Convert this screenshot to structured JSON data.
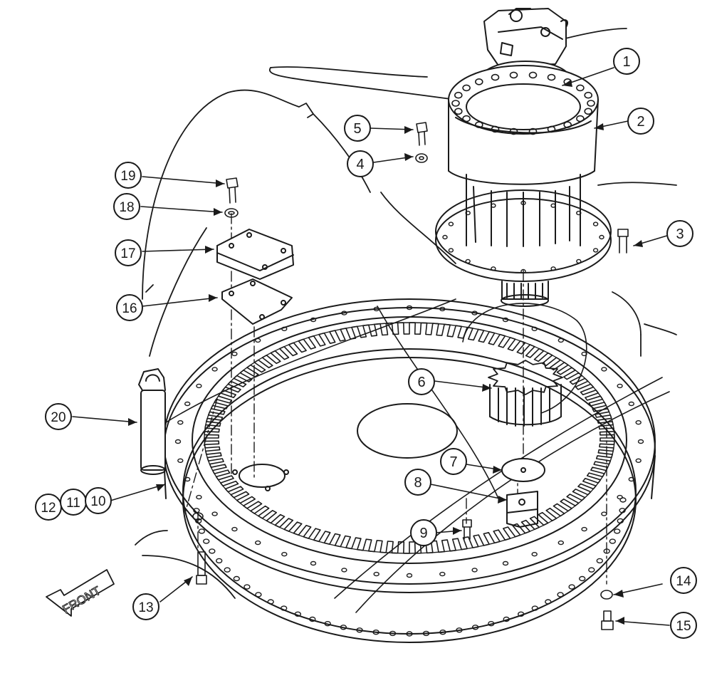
{
  "callouts": [
    {
      "id": "callout-1",
      "label": "1"
    },
    {
      "id": "callout-2",
      "label": "2"
    },
    {
      "id": "callout-3",
      "label": "3"
    },
    {
      "id": "callout-4",
      "label": "4"
    },
    {
      "id": "callout-5",
      "label": "5"
    },
    {
      "id": "callout-6",
      "label": "6"
    },
    {
      "id": "callout-7",
      "label": "7"
    },
    {
      "id": "callout-8",
      "label": "8"
    },
    {
      "id": "callout-9",
      "label": "9"
    },
    {
      "id": "callout-10",
      "label": "10"
    },
    {
      "id": "callout-11",
      "label": "11"
    },
    {
      "id": "callout-12",
      "label": "12"
    },
    {
      "id": "callout-13",
      "label": "13"
    },
    {
      "id": "callout-14",
      "label": "14"
    },
    {
      "id": "callout-15",
      "label": "15"
    },
    {
      "id": "callout-16",
      "label": "16"
    },
    {
      "id": "callout-17",
      "label": "17"
    },
    {
      "id": "callout-18",
      "label": "18"
    },
    {
      "id": "callout-19",
      "label": "19"
    },
    {
      "id": "callout-20",
      "label": "20"
    }
  ],
  "front_arrow": {
    "label": "FRONT"
  },
  "colors": {
    "ink": "#1a1a1a",
    "paper": "#ffffff"
  }
}
